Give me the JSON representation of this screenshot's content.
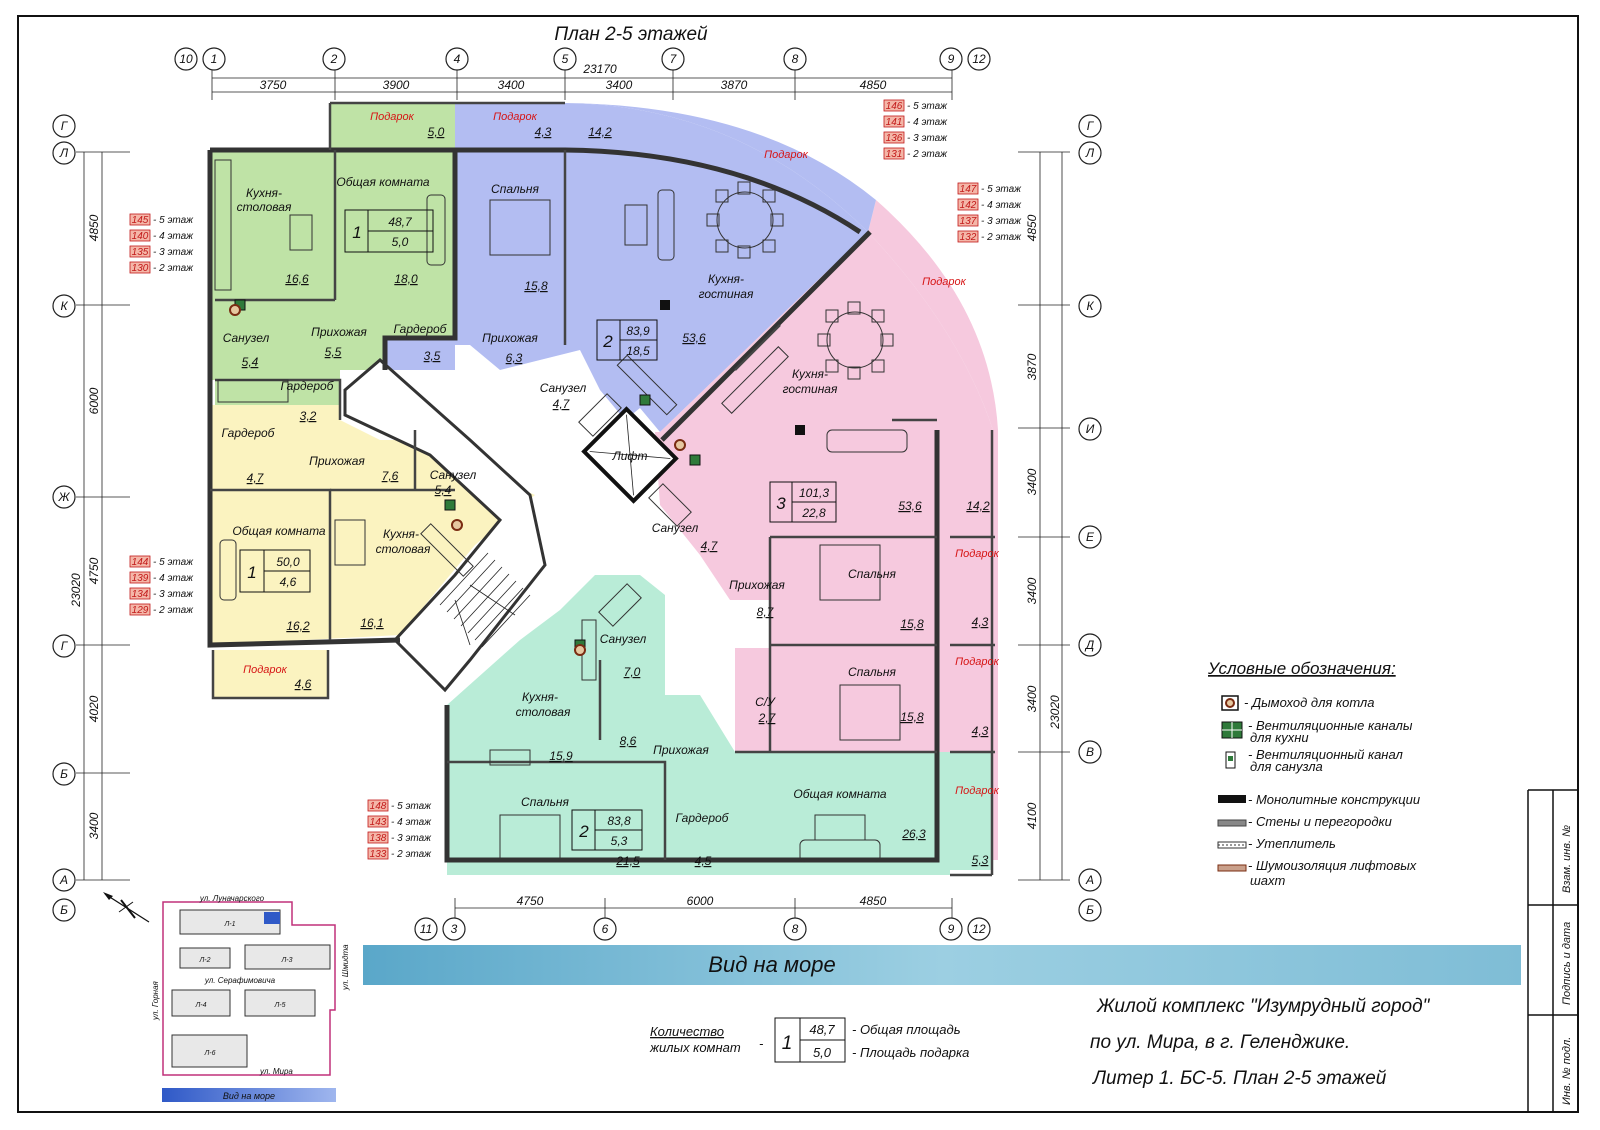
{
  "title": "План 2-5 этажей",
  "top_dimension_total": "23170",
  "top_dimensions": [
    "3750",
    "3900",
    "3400",
    "3400",
    "3870",
    "4850"
  ],
  "bottom_dimensions": [
    "4750",
    "6000",
    "4850"
  ],
  "left_dimension_total": "23020",
  "left_dimensions": [
    "4850",
    "6000",
    "4750",
    "4020",
    "3400"
  ],
  "right_dimension_total": "23020",
  "right_dimensions": [
    "4850",
    "3870",
    "3400",
    "3400",
    "3400",
    "4100"
  ],
  "axis_top": [
    "10",
    "1",
    "2",
    "4",
    "5",
    "7",
    "8",
    "9",
    "12"
  ],
  "axis_bottom": [
    "11",
    "3",
    "6",
    "8",
    "9",
    "12"
  ],
  "axis_left": [
    "Г",
    "Л",
    "К",
    "Ж",
    "Г",
    "Б",
    "А",
    "Б"
  ],
  "axis_right": [
    "Г",
    "Л",
    "К",
    "И",
    "Е",
    "Д",
    "В",
    "А",
    "Б"
  ],
  "apartments": [
    {
      "rooms": "1",
      "total": "48,7",
      "gift": "5,0",
      "color": "#bfe3a6"
    },
    {
      "rooms": "2",
      "total": "83,9",
      "gift": "18,5",
      "color": "#b3bdf2"
    },
    {
      "rooms": "3",
      "total": "101,3",
      "gift": "22,8",
      "color": "#f6c9de"
    },
    {
      "rooms": "1",
      "total": "50,0",
      "gift": "4,6",
      "color": "#fbf3c0"
    },
    {
      "rooms": "2",
      "total": "83,8",
      "gift": "5,3",
      "color": "#b9ecd7"
    }
  ],
  "rooms": {
    "kitchen_dining": "Кухня-столовая",
    "kitchen_dining_a": "Кухня-",
    "kitchen_dining_b": "столовая",
    "common_room": "Общая комната",
    "bedroom": "Спальня",
    "hall": "Прихожая",
    "bathroom": "Санузел",
    "wardrobe": "Гардероб",
    "kitchen_living_a": "Кухня-",
    "kitchen_living_b": "гостиная",
    "gift": "Подарок",
    "lift": "Лифт",
    "wc": "С/У"
  },
  "areas": {
    "a1_kitchen": "16,6",
    "a1_common": "18,0",
    "a1_bath": "5,4",
    "a1_hall": "5,5",
    "a1_ward": "3,2",
    "a1_gift": "5,0",
    "a2_bed": "15,8",
    "a2_ward": "3,5",
    "a2_hall": "6,3",
    "a2_bath": "4,7",
    "a2_kl": "53,6",
    "a2_gift1": "4,3",
    "a2_gift2": "14,2",
    "a3_kl": "53,6",
    "a3_bath": "4,7",
    "a3_hall": "8,7",
    "a3_bed1": "15,8",
    "a3_bed2": "15,8",
    "a3_wc": "2,7",
    "a3_g1": "14,2",
    "a3_g2": "4,3",
    "a3_g3": "4,3",
    "a4_ward": "4,7",
    "a4_hall": "7,6",
    "a4_bath": "5,4",
    "a4_common": "16,2",
    "a4_kitchen": "16,1",
    "a4_gift": "4,6",
    "a5_kitchen": "15,9",
    "a5_bath": "7,0",
    "a5_hall": "8,6",
    "a5_bed": "21,5",
    "a5_ward": "4,5",
    "a5_common": "26,3",
    "a5_gift": "5,3"
  },
  "floor_lists": [
    {
      "items": [
        {
          "n": "146",
          "t": "- 5 этаж"
        },
        {
          "n": "141",
          "t": "- 4 этаж"
        },
        {
          "n": "136",
          "t": "- 3 этаж"
        },
        {
          "n": "131",
          "t": "- 2 этаж"
        }
      ]
    },
    {
      "items": [
        {
          "n": "147",
          "t": "- 5 этаж"
        },
        {
          "n": "142",
          "t": "- 4 этаж"
        },
        {
          "n": "137",
          "t": "- 3 этаж"
        },
        {
          "n": "132",
          "t": "- 2 этаж"
        }
      ]
    },
    {
      "items": [
        {
          "n": "145",
          "t": "- 5 этаж"
        },
        {
          "n": "140",
          "t": "- 4 этаж"
        },
        {
          "n": "135",
          "t": "- 3 этаж"
        },
        {
          "n": "130",
          "t": "- 2 этаж"
        }
      ]
    },
    {
      "items": [
        {
          "n": "144",
          "t": "- 5 этаж"
        },
        {
          "n": "139",
          "t": "- 4 этаж"
        },
        {
          "n": "134",
          "t": "- 3 этаж"
        },
        {
          "n": "129",
          "t": "- 2 этаж"
        }
      ]
    },
    {
      "items": [
        {
          "n": "148",
          "t": "- 5 этаж"
        },
        {
          "n": "143",
          "t": "- 4 этаж"
        },
        {
          "n": "138",
          "t": "- 3 этаж"
        },
        {
          "n": "133",
          "t": "- 2 этаж"
        }
      ]
    }
  ],
  "legend": {
    "title": "Условные обозначения:",
    "items": [
      "- Дымоход для котла",
      "- Вентиляционные каналы",
      "для кухни",
      "- Вентиляционный канал",
      "для санузла",
      "- Монолитные конструкции",
      "- Стены и перегородки",
      "- Утеплитель",
      "- Шумоизоляция лифтовых",
      "шахт"
    ]
  },
  "sea_view": "Вид на море",
  "key": {
    "label_line1": "Количество",
    "label_line2": "жилых комнат",
    "dash": "-",
    "rooms": "1",
    "total": "48,7",
    "gift": "5,0",
    "total_label": "- Общая площадь",
    "gift_label": "- Площадь подарка"
  },
  "project": {
    "line1": "Жилой комплекс \"Изумрудный город\"",
    "line2": "по ул. Мира, в г. Геленджике.",
    "line3": "Литер 1. БС-5. План 2-5 этажей"
  },
  "stamp": [
    "Взам. инв. №",
    "Подпись и дата",
    "Инв. № подл."
  ],
  "site_plan": {
    "streets": [
      "ул. Луначарского",
      "ул. Серафимовича",
      "ул. Горная",
      "ул. Шмидта",
      "ул. Мира"
    ],
    "blocks": [
      "Л-1",
      "Л-2",
      "Л-3",
      "Л-4",
      "Л-5",
      "Л-6"
    ],
    "sea": "Вид на море"
  }
}
